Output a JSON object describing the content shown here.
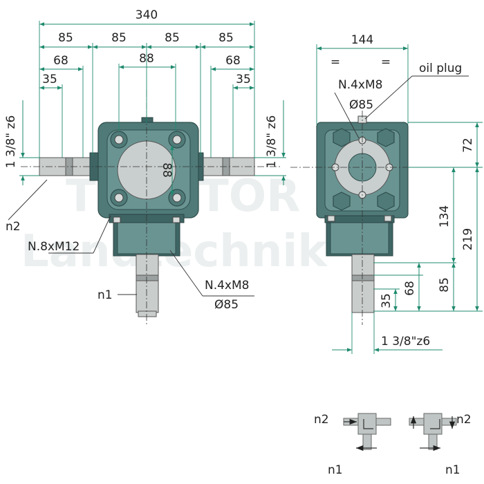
{
  "watermark": {
    "line1": "TRAKTOR",
    "line2": "Landtechnik"
  },
  "front": {
    "dims": {
      "overall": "340",
      "seg1": "85",
      "seg2": "85",
      "seg3": "85",
      "seg4": "85",
      "shaft_len_l": "68",
      "shaft_len_r": "68",
      "square_h": "88",
      "square_v": "88",
      "spline_l": "35",
      "spline_r": "35",
      "spline_spec_l": "1 3/8\" z6",
      "spline_spec_r": "1 3/8\" z6"
    },
    "labels": {
      "n2": "n2",
      "bolts_m12": "N.8xM12",
      "bolts_m8": "N.4xM8",
      "diameter": "Ø85",
      "n1": "n1"
    }
  },
  "side": {
    "dims": {
      "width": "144",
      "eq_l": "=",
      "eq_r": "=",
      "top_to_center": "72",
      "center_to_end": "219",
      "center_to_flange": "134",
      "shaft_out": "85",
      "shaft_len": "68",
      "spline_len": "35",
      "spline_spec": "1 3/8\"z6"
    },
    "labels": {
      "oil_plug": "oil plug",
      "bolts_m8": "N.4xM8",
      "diameter": "Ø85"
    }
  },
  "rotation": {
    "s1_n2": "n2",
    "s1_n1": "n1",
    "s2_n2": "n2",
    "s2_n1": "n1"
  },
  "colors": {
    "dimension_line": "#1f8a6e",
    "housing": "#4f7a78",
    "shaft": "#c9cdcc"
  }
}
